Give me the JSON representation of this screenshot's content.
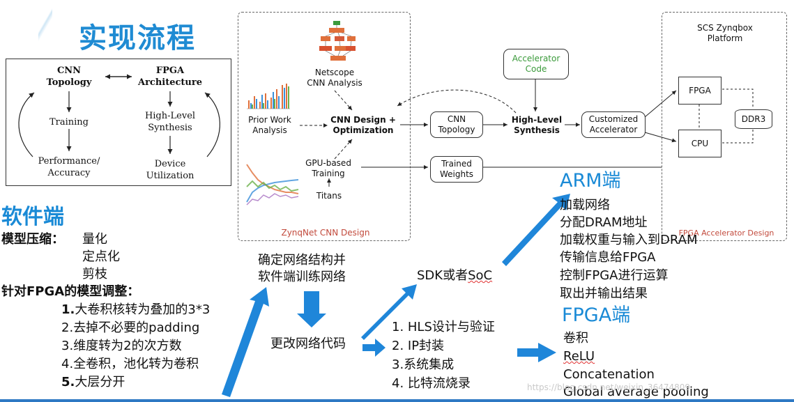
{
  "title": "实现流程",
  "left_box": {
    "cnn_topology": [
      "CNN",
      "Topology"
    ],
    "fpga_arch": [
      "FPGA",
      "Architecture"
    ],
    "training": "Training",
    "performance": [
      "Performance/",
      "Accuracy"
    ],
    "hls": [
      "High-Level",
      "Synthesis"
    ],
    "device": [
      "Device",
      "Utilization"
    ]
  },
  "diagram": {
    "netscope": [
      "Netscope",
      "CNN Analysis"
    ],
    "prior_work": [
      "Prior Work",
      "Analysis"
    ],
    "cnn_design": [
      "CNN Design +",
      "Optimization"
    ],
    "gpu_training": [
      "GPU-based",
      "Training"
    ],
    "titans": "Titans",
    "zynqnet_label": "ZynqNet CNN Design",
    "cnn_topology": [
      "CNN",
      "Topology"
    ],
    "trained_weights": [
      "Trained",
      "Weights"
    ],
    "accel_code": [
      "Accelerator",
      "Code"
    ],
    "hls": [
      "High-Level",
      "Synthesis"
    ],
    "custom_accel": [
      "Customized",
      "Accelerator"
    ],
    "scs": [
      "SCS Zynqbox",
      "Platform"
    ],
    "fpga": "FPGA",
    "cpu": "CPU",
    "ddr3": "DDR3",
    "fpga_accel_design": "FPGA Accelerator Design"
  },
  "software": {
    "heading": "软件端",
    "compress_label": "模型压缩：",
    "compress_items": [
      "量化",
      "定点化",
      "剪枝"
    ],
    "fpga_adjust": "针对FPGA的模型调整：",
    "items": [
      {
        "num": "1.",
        "text": "大卷积核转为叠加的3*3"
      },
      {
        "num": "2.",
        "text": "去掉不必要的padding"
      },
      {
        "num": "3.",
        "text": "维度转为2的次方数"
      },
      {
        "num": "4.",
        "text": "全卷积，池化转为卷积"
      },
      {
        "num": "5.",
        "text": "大层分开"
      }
    ]
  },
  "flow": {
    "step1": [
      "确定网络结构并",
      "软件端训练网络"
    ],
    "step2": "更改网络代码",
    "sdk": "SDK或者SoC",
    "hls_steps": [
      "1. HLS设计与验证",
      "2. IP封装",
      "3.系统集成",
      "4. 比特流烧录"
    ]
  },
  "arm": {
    "heading": "ARM端",
    "items": [
      "加载网络",
      "分配DRAM地址",
      "加载权重与输入到DRAM",
      "传输信息给FPGA",
      "控制FPGA进行运算",
      "取出并输出结果"
    ]
  },
  "fpga_end": {
    "heading": "FPGA端",
    "items": [
      "卷积",
      "ReLU",
      "Concatenation",
      "Global average pooling"
    ]
  },
  "watermark": "https://blog.csdn.net/weixin_36474809",
  "colors": {
    "accent_blue": "#1a8ad6",
    "arrow_blue": "#1f86d9",
    "accel_green": "#3a9a3a",
    "zynq_red": "#c24a3c"
  }
}
